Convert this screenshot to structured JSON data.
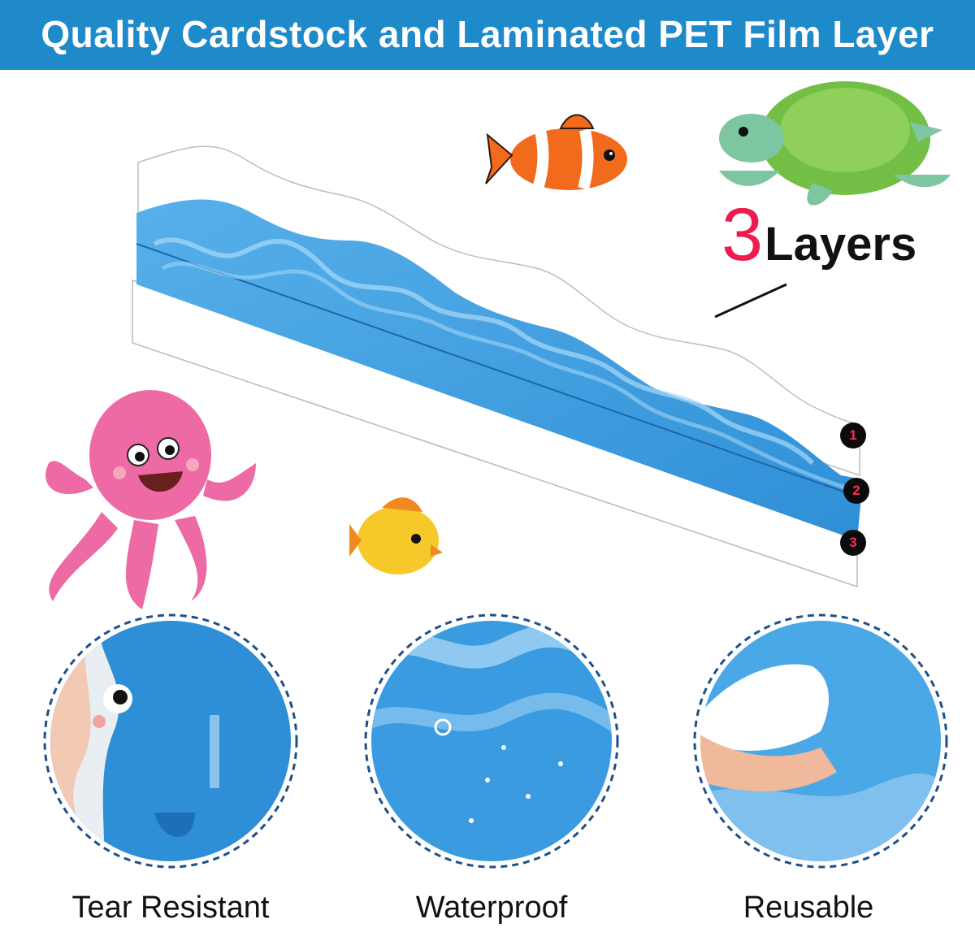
{
  "banner": {
    "title": "Quality Cardstock and Laminated PET Film Layer",
    "background_color": "#1f8ac9",
    "text_color": "#ffffff"
  },
  "layers": {
    "count": "3",
    "word": "Layers",
    "count_color": "#ee1c4e",
    "markers": [
      {
        "label": "1"
      },
      {
        "label": "2"
      },
      {
        "label": "3"
      }
    ]
  },
  "illustrations": {
    "clownfish": "clownfish-icon",
    "turtle": "sea-turtle-icon",
    "octopus": "octopus-icon",
    "yellow_fish": "yellow-fish-icon"
  },
  "features": [
    {
      "label": "Tear Resistant",
      "icon": "tear-detail-circle"
    },
    {
      "label": "Waterproof",
      "icon": "water-drops-circle"
    },
    {
      "label": "Reusable",
      "icon": "wipe-clean-circle"
    }
  ],
  "colors": {
    "wave_blue": "#3d9be0",
    "wave_light": "#8cc8f0",
    "dashed_border": "#1d4f8a"
  }
}
